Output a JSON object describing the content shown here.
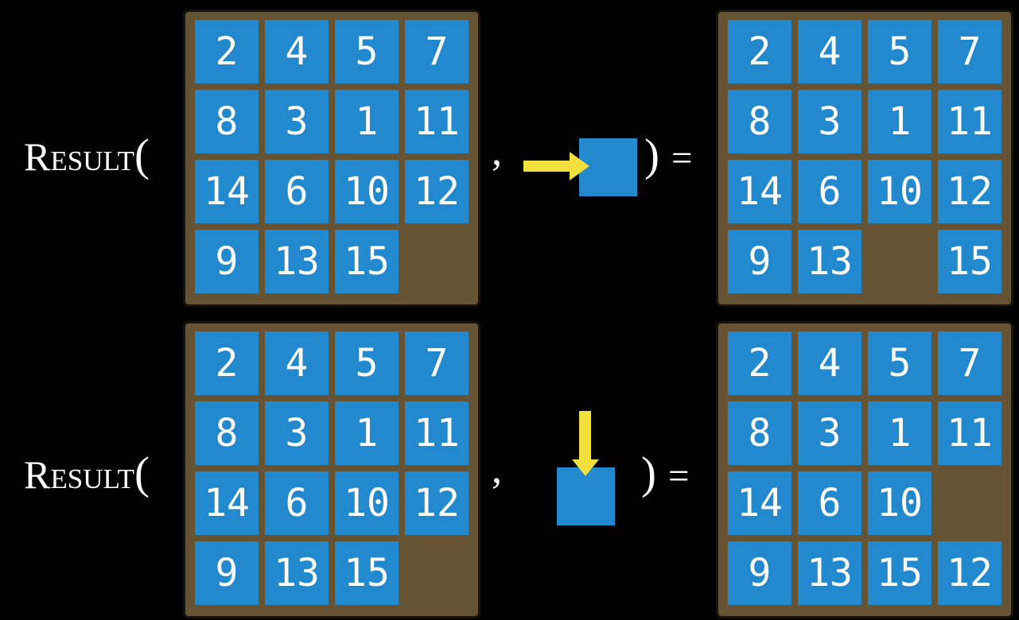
{
  "colors": {
    "background": "#000000",
    "board_brown": "#665334",
    "board_border": "#17130d",
    "tile_blue": "#2289CF",
    "tile_text": "#FFFFFF",
    "arrow_yellow": "#F2E13C",
    "label_text": "#FFFFFF"
  },
  "rows": [
    {
      "function_name": "Result",
      "open_paren": "(",
      "comma": ",",
      "close_paren": ")",
      "equals": "=",
      "action": "slide-right",
      "initial_board": [
        [
          "2",
          "4",
          "5",
          "7"
        ],
        [
          "8",
          "3",
          "1",
          "11"
        ],
        [
          "14",
          "6",
          "10",
          "12"
        ],
        [
          "9",
          "13",
          "15",
          ""
        ]
      ],
      "result_board": [
        [
          "2",
          "4",
          "5",
          "7"
        ],
        [
          "8",
          "3",
          "1",
          "11"
        ],
        [
          "14",
          "6",
          "10",
          "12"
        ],
        [
          "9",
          "13",
          "",
          "15"
        ]
      ]
    },
    {
      "function_name": "Result",
      "open_paren": "(",
      "comma": ",",
      "close_paren": ")",
      "equals": "=",
      "action": "slide-down",
      "initial_board": [
        [
          "2",
          "4",
          "5",
          "7"
        ],
        [
          "8",
          "3",
          "1",
          "11"
        ],
        [
          "14",
          "6",
          "10",
          "12"
        ],
        [
          "9",
          "13",
          "15",
          ""
        ]
      ],
      "result_board": [
        [
          "2",
          "4",
          "5",
          "7"
        ],
        [
          "8",
          "3",
          "1",
          "11"
        ],
        [
          "14",
          "6",
          "10",
          ""
        ],
        [
          "9",
          "13",
          "15",
          "12"
        ]
      ]
    }
  ]
}
